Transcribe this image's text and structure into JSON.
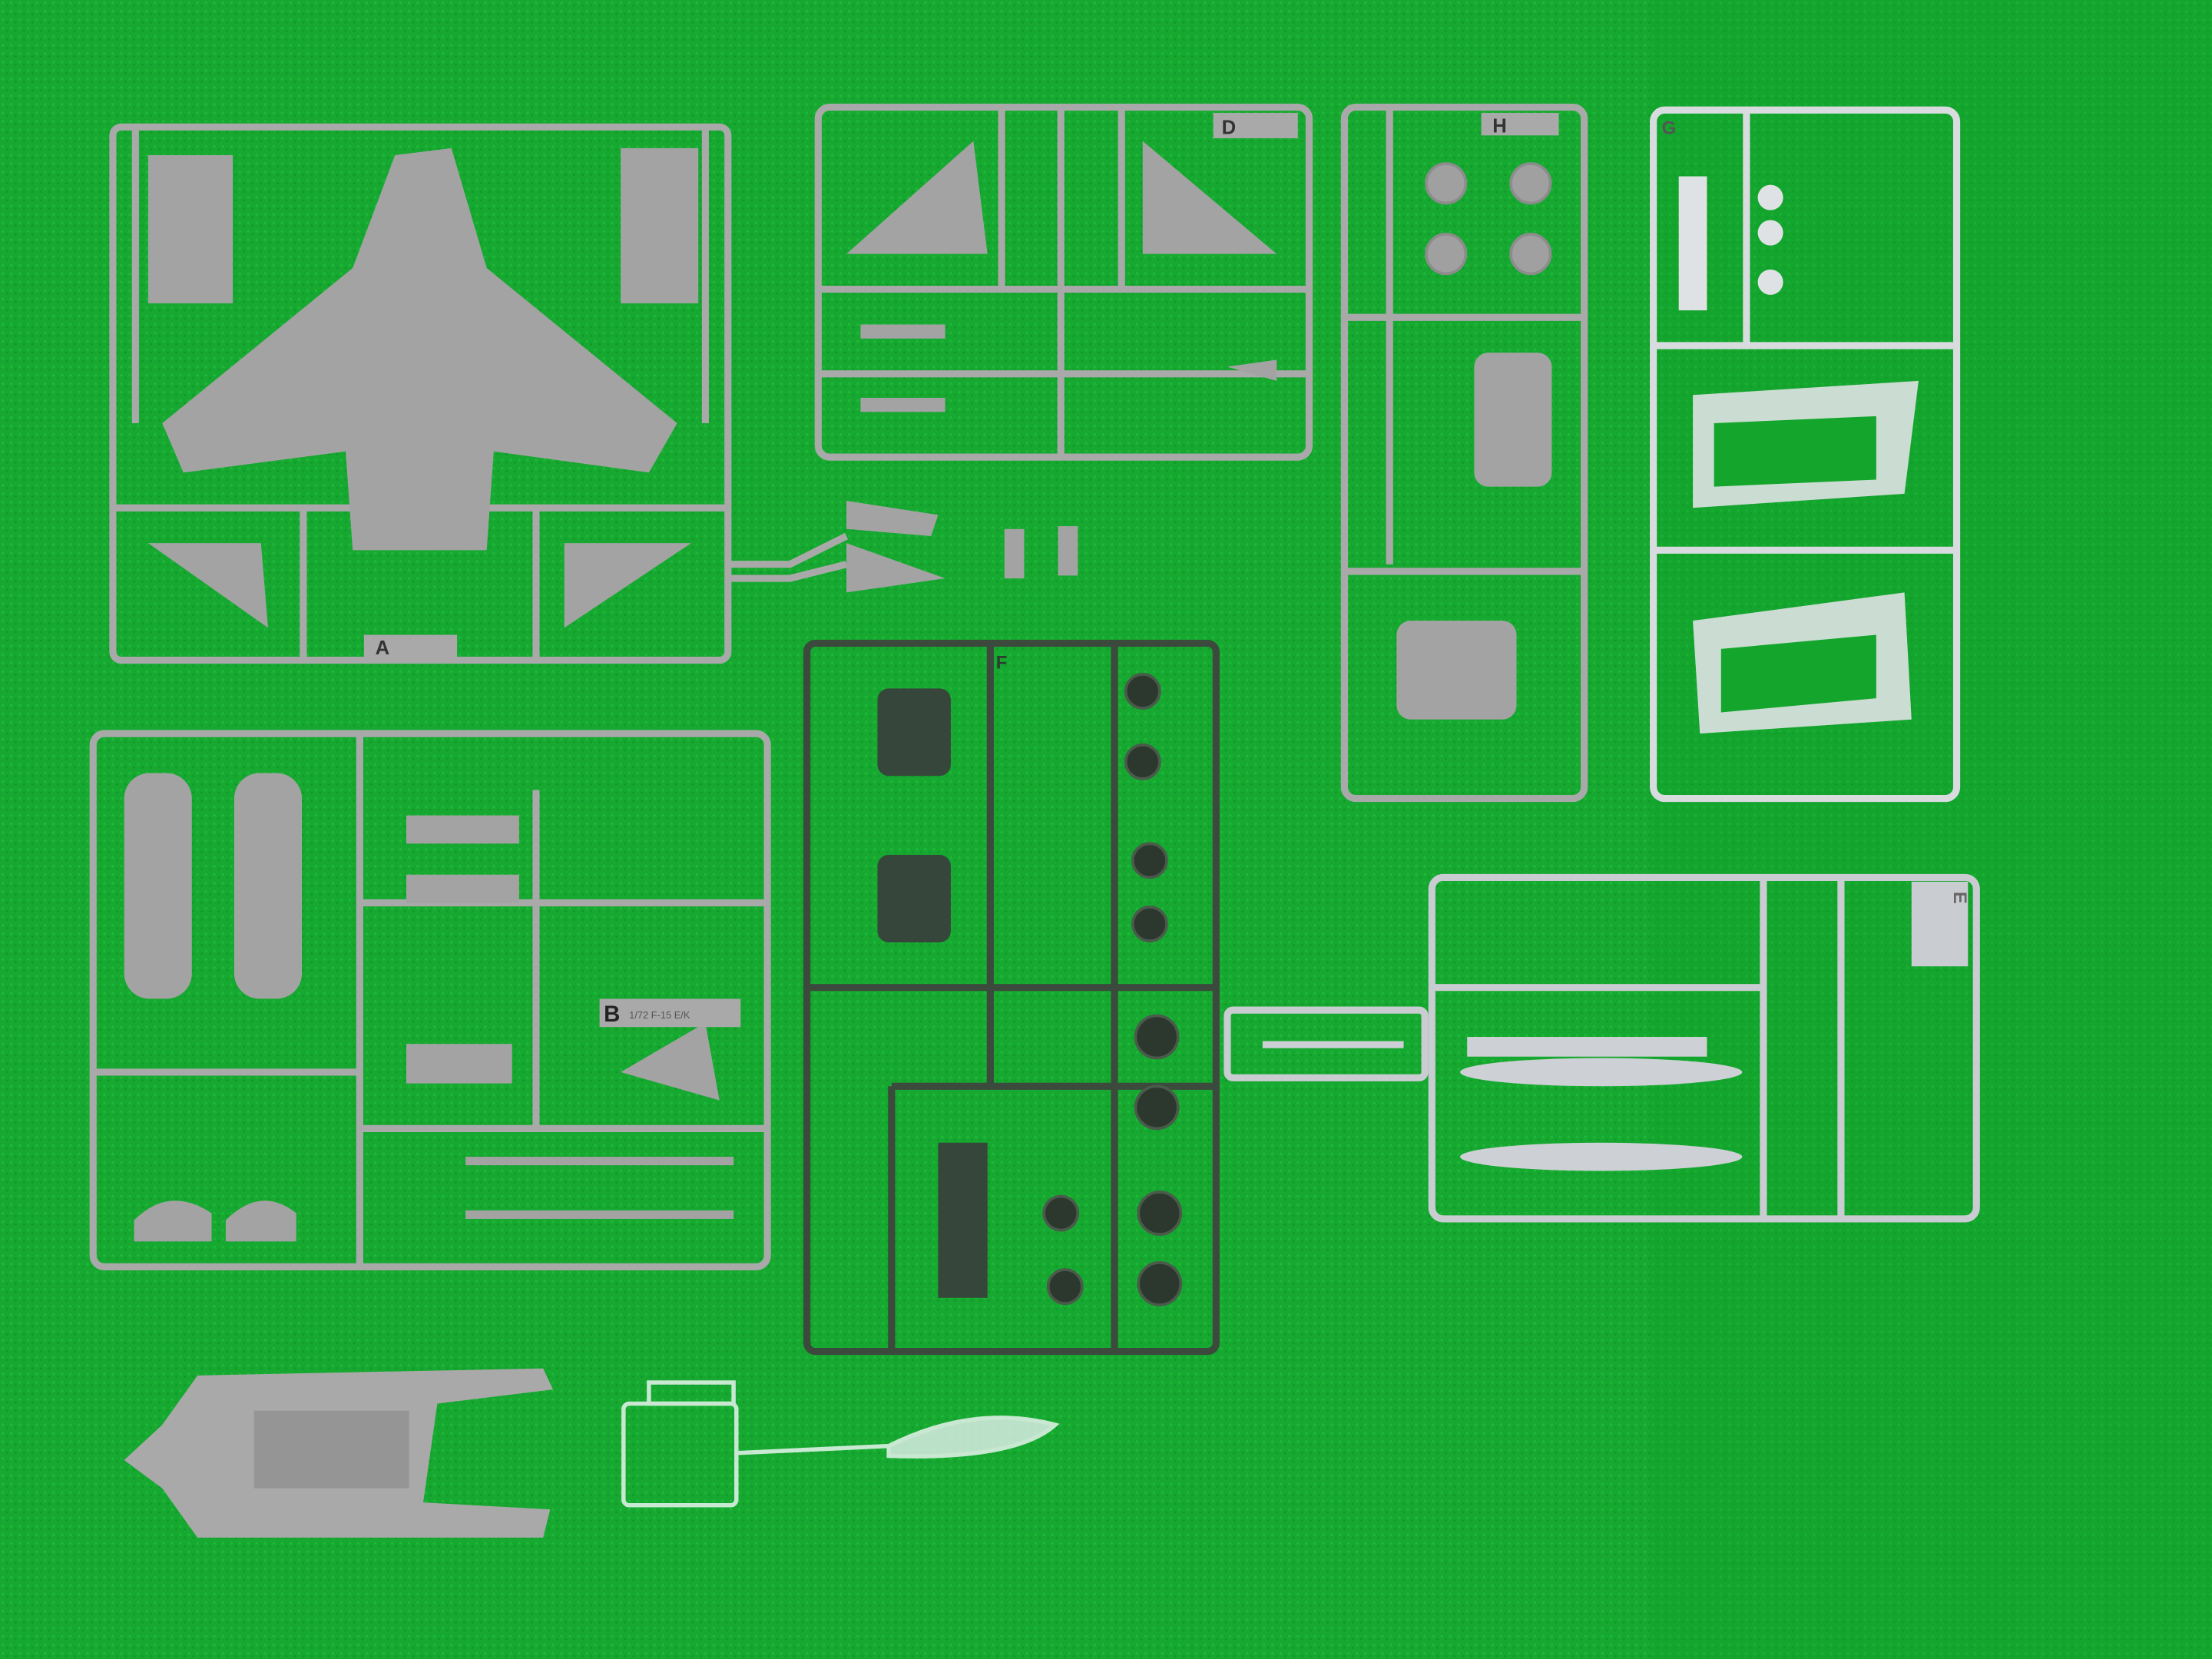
{
  "scene": {
    "background_color": "#16a830",
    "sprue_colors": {
      "grey": "#a9a9a9",
      "light": "#d9dcdf",
      "dark": "#3b4a3c",
      "clear": "#e8f4ee"
    }
  },
  "sprues": {
    "a": {
      "label": "A"
    },
    "b": {
      "label": "B",
      "text": "1/72 F-15 E/K"
    },
    "d": {
      "label": "D"
    },
    "e": {
      "label": "E"
    },
    "f": {
      "label": "F"
    },
    "g": {
      "label": "G"
    },
    "h": {
      "label": "H"
    }
  }
}
